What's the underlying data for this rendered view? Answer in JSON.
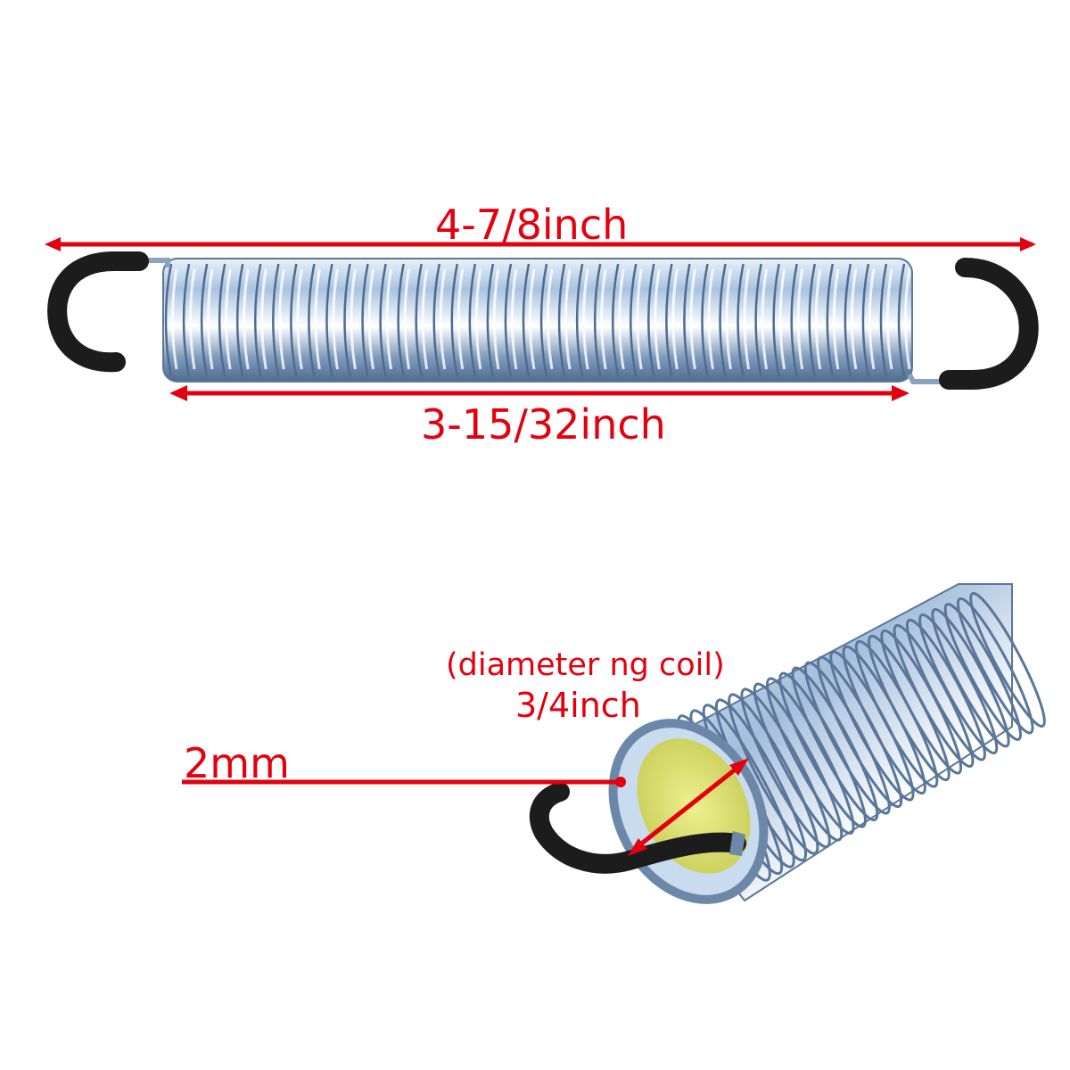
{
  "measurements": {
    "total_length": "4-7/8inch",
    "body_length": "3-15/32inch",
    "coil_diameter_note": "(diameter ng coil)",
    "coil_diameter": "3/4inch",
    "wire_diameter": "2mm"
  },
  "colors": {
    "annotation": "#e3000f",
    "spring_steel": "#a9c3e0",
    "spring_shadow": "#6b86a6",
    "hook_rubber": "#1c1c1c",
    "foam_core": "#d7dc68"
  },
  "spring": {
    "top_coil_count": 42,
    "bottom_coil_count": 24
  }
}
